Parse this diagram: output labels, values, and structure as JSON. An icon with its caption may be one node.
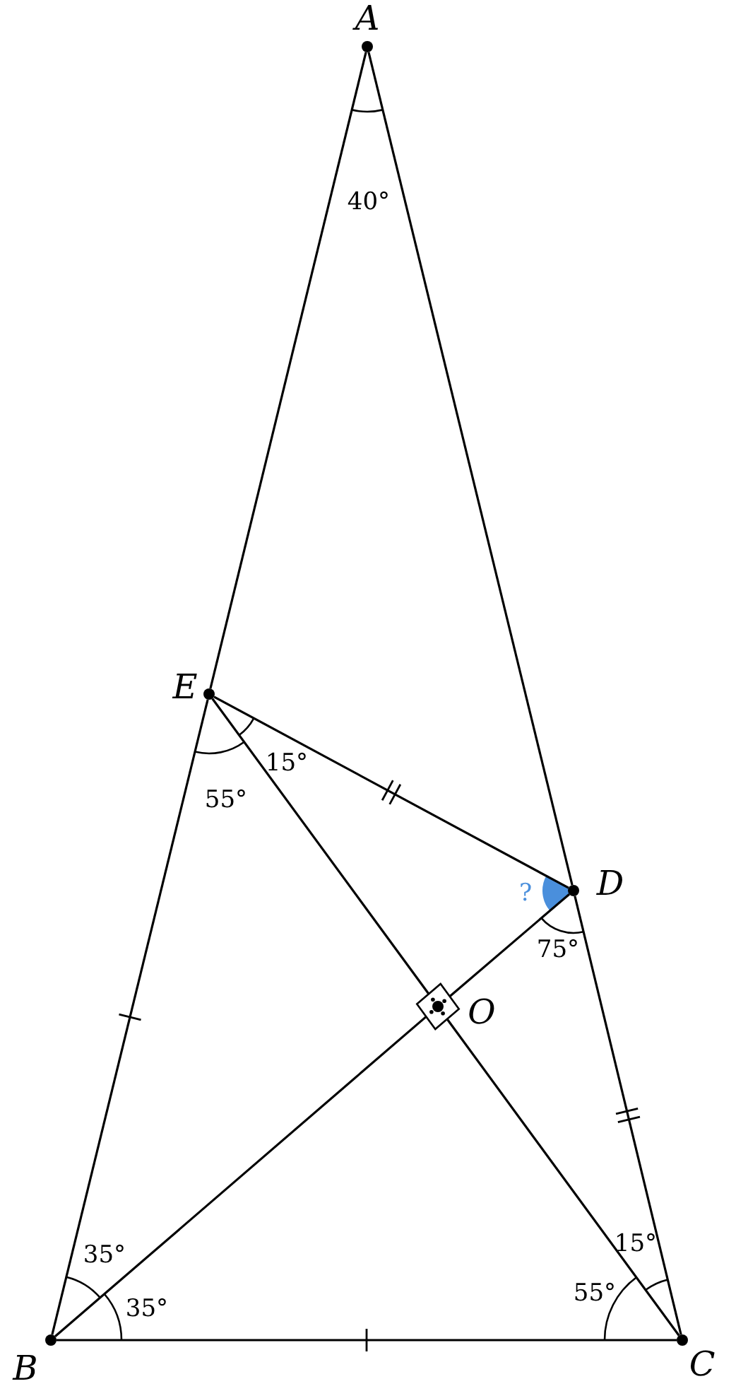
{
  "diagram": {
    "nodes": [
      {
        "text": [
          "A"
        ]
      },
      {
        "text": [
          "B"
        ]
      },
      {
        "text": [
          "C"
        ]
      },
      {
        "text": [
          "D"
        ]
      },
      {
        "text": [
          "E"
        ]
      },
      {
        "text": [
          "O"
        ]
      }
    ],
    "edges": [
      {
        "from": 0,
        "to": 4,
        "arrow": "none"
      },
      {
        "from": 4,
        "to": 1,
        "arrow": "none"
      },
      {
        "from": 0,
        "to": 3,
        "arrow": "none"
      },
      {
        "from": 3,
        "to": 2,
        "arrow": "none"
      },
      {
        "from": 1,
        "to": 2,
        "arrow": "none"
      },
      {
        "from": 4,
        "to": 3,
        "arrow": "none"
      },
      {
        "from": 4,
        "to": 5,
        "arrow": "none"
      },
      {
        "from": 5,
        "to": 2,
        "arrow": "none"
      },
      {
        "from": 1,
        "to": 5,
        "arrow": "none"
      },
      {
        "from": 5,
        "to": 3,
        "arrow": "none"
      }
    ],
    "labels": [
      "40°",
      "15°",
      "55°",
      "?",
      "75°",
      "35°",
      "35°",
      "15°",
      "55°"
    ]
  }
}
